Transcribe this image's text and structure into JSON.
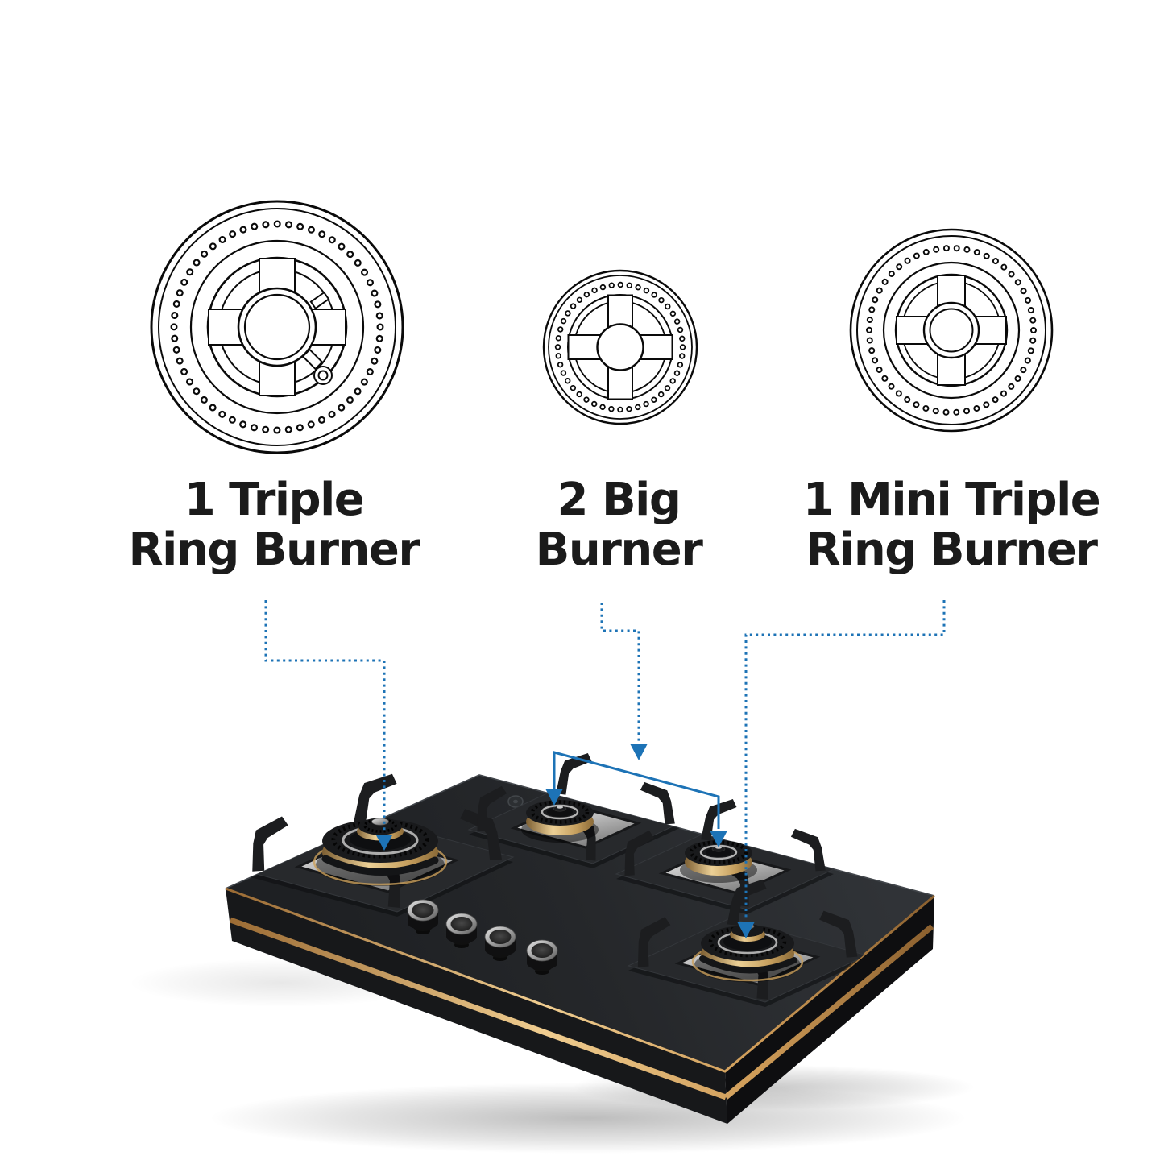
{
  "features": [
    {
      "label_line1": "1 Triple",
      "label_line2": "Ring Burner",
      "icon": "triple-ring-burner-line-icon"
    },
    {
      "label_line1": "2 Big",
      "label_line2": "Burner",
      "icon": "big-burner-line-icon"
    },
    {
      "label_line1": "1 Mini Triple",
      "label_line2": "Ring Burner",
      "icon": "mini-triple-ring-burner-line-icon"
    }
  ],
  "colors": {
    "accent": "#1d73b6",
    "text": "#1b1b1b",
    "line_art": "#0a0a0a",
    "glass_dark": "#26282b",
    "body_dark": "#131315",
    "gold": "#c9954f",
    "gold_light": "#eec88e",
    "brass": "#c9a25e",
    "steel_light": "#e9e9e9",
    "steel_dark": "#8f8f8f",
    "white": "#ffffff"
  }
}
